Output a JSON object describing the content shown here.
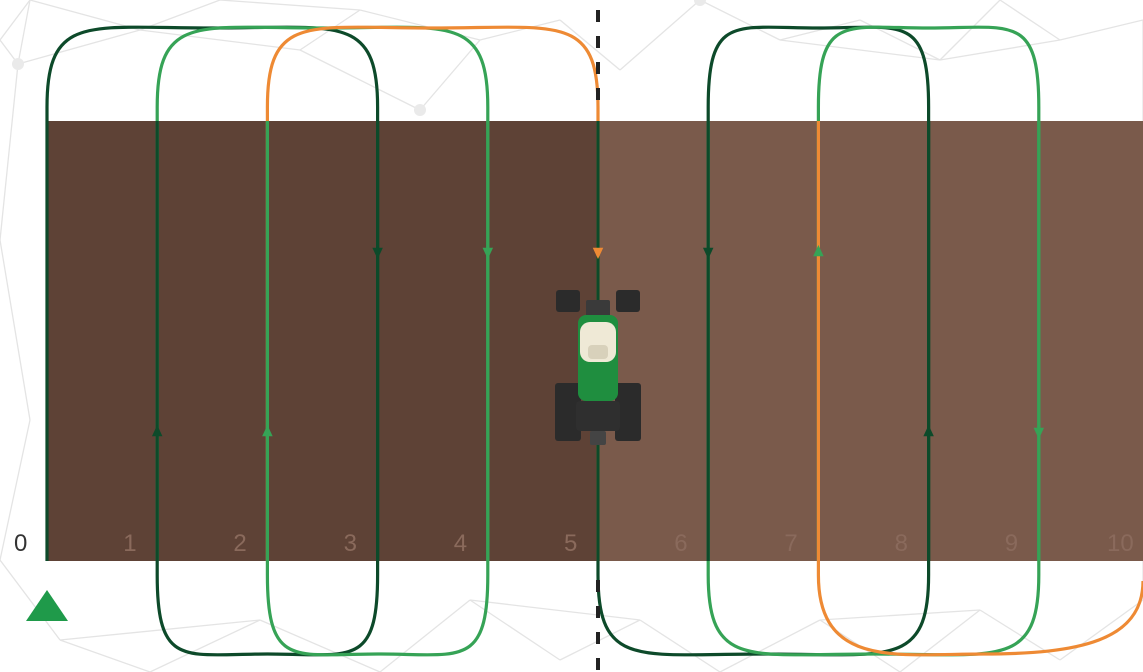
{
  "lane_numbers": [
    "0",
    "1",
    "2",
    "3",
    "4",
    "5",
    "6",
    "7",
    "8",
    "9",
    "10"
  ],
  "colors": {
    "background": "#ffffff",
    "mesh_lines": "#e4e4e4",
    "field_dark": "#5e4236",
    "field_light": "#7a5a4b",
    "lane_label_on_field": "#8a6a5c",
    "lane_label_off_field": "#333333",
    "path_dark_green": "#0d4a2a",
    "path_light_green": "#36a356",
    "path_orange": "#ee8a34",
    "center_divider": "#222222",
    "start_marker": "#1f9a4a",
    "tractor_body": "#1f8e3f",
    "tractor_cab": "#efe9d6",
    "tractor_tires": "#2b2b2b"
  },
  "icons": {
    "start_marker": "start-triangle-icon",
    "vehicle": "tractor-icon"
  }
}
